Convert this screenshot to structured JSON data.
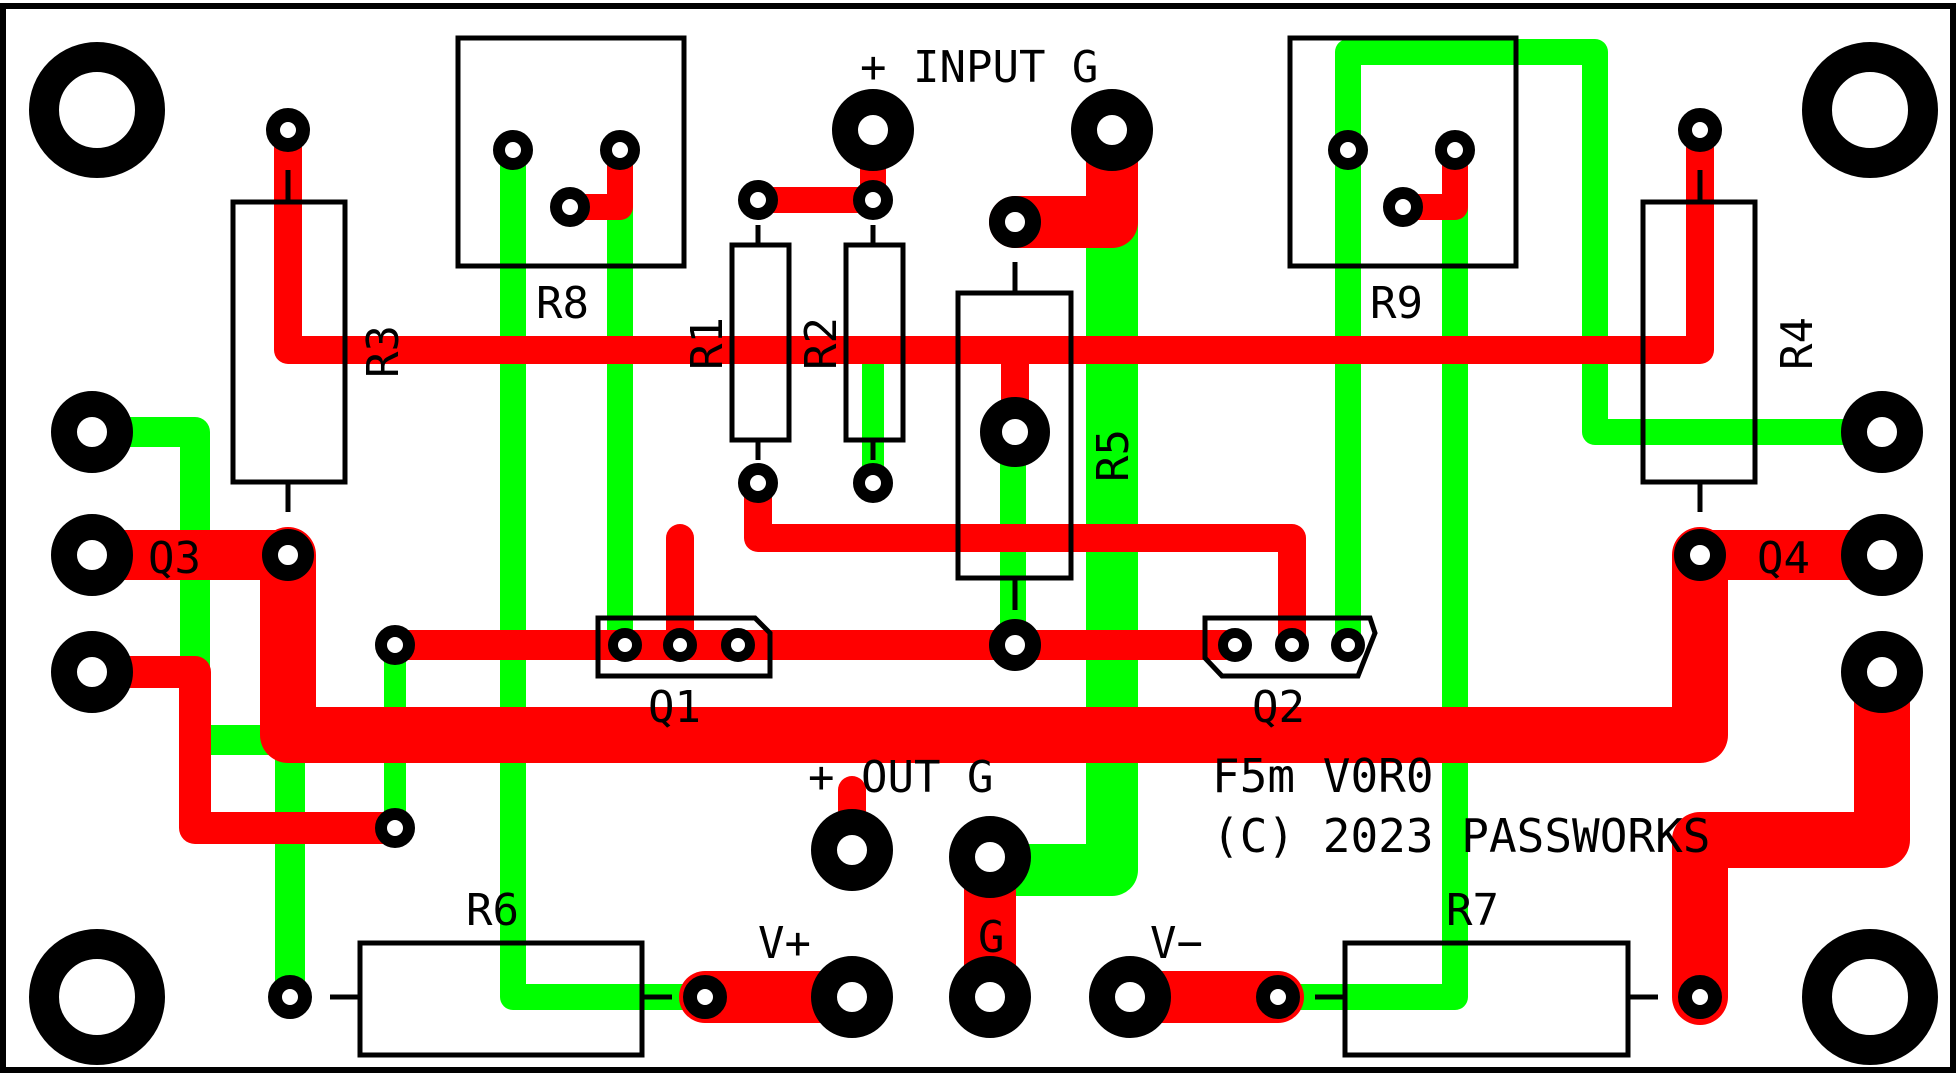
{
  "colors": {
    "background": "#ffffff",
    "top_trace": "#ff0000",
    "bottom_trace": "#00ff00",
    "silkscreen": "#000000"
  },
  "components": {
    "r1": "R1",
    "r2": "R2",
    "r3": "R3",
    "r4": "R4",
    "r5": "R5",
    "r6": "R6",
    "r7": "R7",
    "r8": "R8",
    "r9": "R9",
    "q1": "Q1",
    "q2": "Q2",
    "q3": "Q3",
    "q4": "Q4"
  },
  "connectors": {
    "input": "+ INPUT G",
    "output": "+ OUT G",
    "v_plus": "V+",
    "v_minus": "V−",
    "ground": "G"
  },
  "board_info": {
    "name": "F5m V0R0",
    "copyright": "(C) 2023  PASSWORKS"
  }
}
